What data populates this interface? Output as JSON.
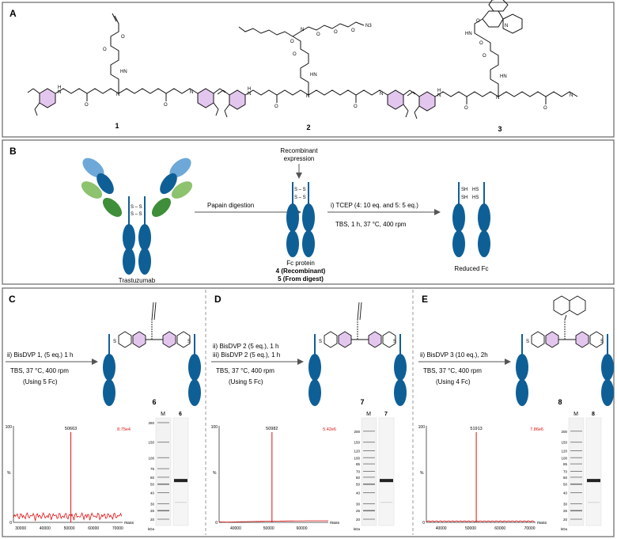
{
  "panels": {
    "A": {
      "label": "A",
      "compounds": [
        "1",
        "2",
        "3"
      ],
      "atoms": {
        "N": "N",
        "O": "O",
        "H": "H",
        "HN": "HN",
        "N3": "N3"
      }
    },
    "B": {
      "label": "B",
      "antibody_label": "Trastuzumab",
      "step_papain": "Papain digestion",
      "expression_line1": "Recombinant",
      "expression_line2": "expression",
      "fc_line1": "Fc protein",
      "fc_line2": "4 (Recombinant)",
      "fc_line3": "5 (From digest)",
      "step_tcep": "i) TCEP (4: 10 eq. and 5: 5 eq.)",
      "step_tcep_cond": "TBS, 1 h, 37 °C, 400 rpm",
      "reduced_label": "Reduced Fc",
      "ss": "S – S",
      "sh": "SH",
      "hs": "HS"
    },
    "C": {
      "label": "C",
      "step1": "ii) BisDVP 1, (5 eq.) 1 h",
      "cond": "TBS, 37 °C, 400 rpm",
      "using": "(Using 5 Fc)",
      "product": "6",
      "peak": "50663",
      "intensity": "8.75e4",
      "xticks": [
        "30000",
        "40000",
        "50000",
        "60000",
        "70000"
      ],
      "lane_labels": [
        "M",
        "6"
      ],
      "ladder": [
        "250",
        "150",
        "100",
        "75",
        "60",
        "50",
        "40",
        "30",
        "25",
        "20"
      ]
    },
    "D": {
      "label": "D",
      "step1": "ii)  BisDVP 2 (5 eq.), 1 h",
      "step2": "iii) BisDVP 2 (5 eq.), 1 h",
      "cond": "TBS, 37 °C, 400 rpm",
      "using": "(Using 5 Fc)",
      "product": "7",
      "peak": "50982",
      "intensity": "5.42e6",
      "xticks": [
        "40000",
        "50000",
        "60000"
      ],
      "lane_labels": [
        "M",
        "7"
      ],
      "ladder": [
        "200",
        "150",
        "120",
        "100",
        "85",
        "70",
        "60",
        "50",
        "40",
        "30",
        "25",
        "20"
      ]
    },
    "E": {
      "label": "E",
      "step1": "ii) BisDVP 3 (10 eq.), 2h",
      "cond": "TBS, 37 °C, 400 rpm",
      "using": "(Using 4 Fc)",
      "product": "8",
      "peak": "51913",
      "intensity": "7.86e6",
      "xticks": [
        "40000",
        "50000",
        "60000",
        "70000"
      ],
      "lane_labels": [
        "M",
        "8"
      ],
      "ladder": [
        "200",
        "150",
        "120",
        "100",
        "85",
        "70",
        "60",
        "50",
        "40",
        "30",
        "25",
        "20"
      ]
    }
  },
  "common": {
    "y100": "100",
    "y0": "0",
    "pct": "%",
    "mass": "mass",
    "kda": "kDa",
    "s": "S"
  },
  "colors": {
    "ab_dark": "#0f5f97",
    "ab_light": "#6ea8d8",
    "ab_green_light": "#8dc26e",
    "ab_green_dark": "#3f8e3a",
    "pyrimidine_fill": "#e3c6ee",
    "spectrum_red": "#e01010"
  }
}
